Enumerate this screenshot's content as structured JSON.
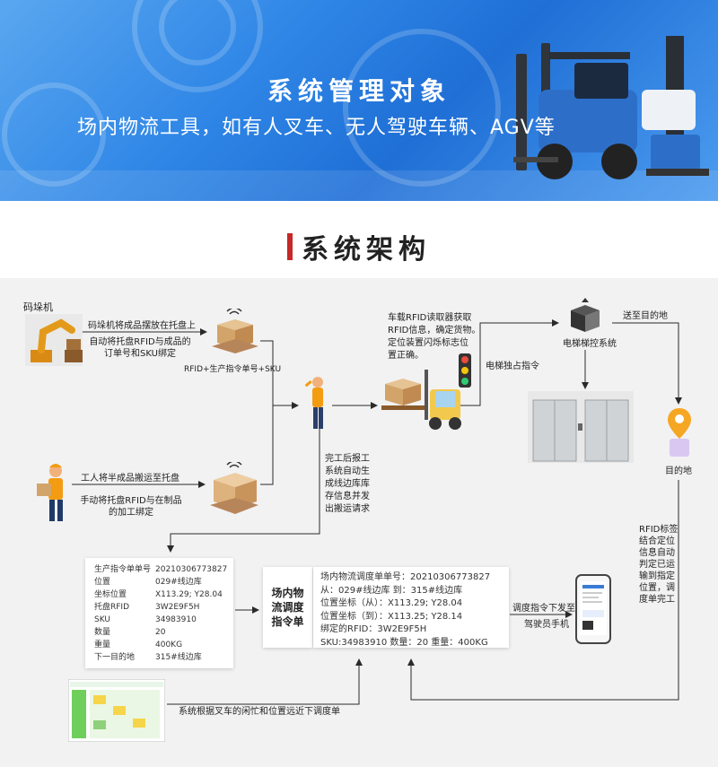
{
  "banner": {
    "title": "系统管理对象",
    "subtitle": "场内物流工具，如有人叉车、无人驾驶车辆、AGV等"
  },
  "section": {
    "title": "系统架构"
  },
  "diagram": {
    "palletizer_title": "码垛机",
    "palletizer_line1": "码垛机将成品摆放在托盘上",
    "palletizer_line2": "自动将托盘RFID与成品的",
    "palletizer_line3": "订单号和SKU绑定",
    "pallet_tag_label": "RFID+生产指令单号+SKU",
    "worker_line1": "工人将半成品搬运至托盘",
    "worker_line2": "手动将托盘RFID与在制品",
    "worker_line3": "的加工绑定",
    "report_lines": [
      "完工后报工",
      "系统自动生",
      "成线边库库",
      "存信息并发",
      "出搬运请求"
    ],
    "forklift_lines": [
      "车载RFID读取器获取",
      "RFID信息，确定货物。",
      "定位装置闪烁标志位",
      "置正确。"
    ],
    "elevator_cmd": "电梯独占指令",
    "elevator_system": "电梯梯控系统",
    "send_to_dest": "送至目的地",
    "destination": "目的地",
    "rfid_confirm_lines": [
      "RFID标签",
      "结合定位",
      "信息自动",
      "判定已运",
      "输到指定",
      "位置，调",
      "度单完工"
    ],
    "dispatch_down_lines": [
      "调度指令下发至",
      "驾驶员手机"
    ],
    "system_dispatch_note": "系统根据叉车的闲忙和位置远近下调度单",
    "colors": {
      "link": "#2a2a2a",
      "accent": "#c62828",
      "banner": "#2f86e6"
    }
  },
  "info_table": {
    "rows": [
      {
        "k": "生产指令单单号",
        "v": "20210306773827"
      },
      {
        "k": "位置",
        "v": "029#线边库"
      },
      {
        "k": "坐标位置",
        "v": "X113.29; Y28.04"
      },
      {
        "k": "托盘RFID",
        "v": "3W2E9F5H"
      },
      {
        "k": "SKU",
        "v": "34983910"
      },
      {
        "k": "数量",
        "v": "20"
      },
      {
        "k": "重量",
        "v": "400KG"
      },
      {
        "k": "下一目的地",
        "v": "315#线边库"
      }
    ]
  },
  "dispatch": {
    "title": "场内物流调度指令单",
    "lines": [
      "场内物流调度单单号：20210306773827",
      "从：029#线边库    到：315#线边库",
      "位置坐标（从）：X113.29; Y28.04",
      "位置坐标（到）：X113.25; Y28.14",
      "绑定的RFID：3W2E9F5H",
      "SKU:34983910 数量：20 重量：400KG"
    ]
  }
}
